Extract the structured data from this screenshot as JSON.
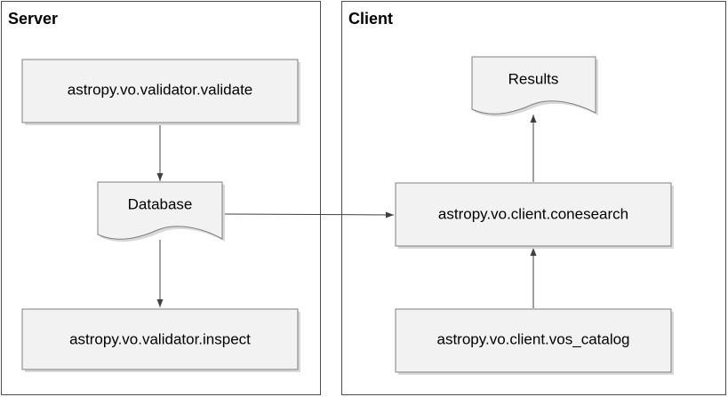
{
  "panels": {
    "server": {
      "title": "Server"
    },
    "client": {
      "title": "Client"
    }
  },
  "nodes": {
    "validate": {
      "label": "astropy.vo.validator.validate",
      "shape": "process"
    },
    "database": {
      "label": "Database",
      "shape": "document"
    },
    "inspect": {
      "label": "astropy.vo.validator.inspect",
      "shape": "process"
    },
    "results": {
      "label": "Results",
      "shape": "document"
    },
    "conesearch": {
      "label": "astropy.vo.client.conesearch",
      "shape": "process"
    },
    "vos_catalog": {
      "label": "astropy.vo.client.vos_catalog",
      "shape": "process"
    }
  },
  "edges": [
    {
      "from": "validate",
      "to": "database"
    },
    {
      "from": "database",
      "to": "inspect"
    },
    {
      "from": "database",
      "to": "conesearch"
    },
    {
      "from": "conesearch",
      "to": "results"
    },
    {
      "from": "vos_catalog",
      "to": "conesearch"
    }
  ],
  "colors": {
    "node_fill": "#f2f2f2",
    "node_border": "#7f7f7f",
    "frame_border": "#4d4d4d",
    "edge": "#404040"
  }
}
